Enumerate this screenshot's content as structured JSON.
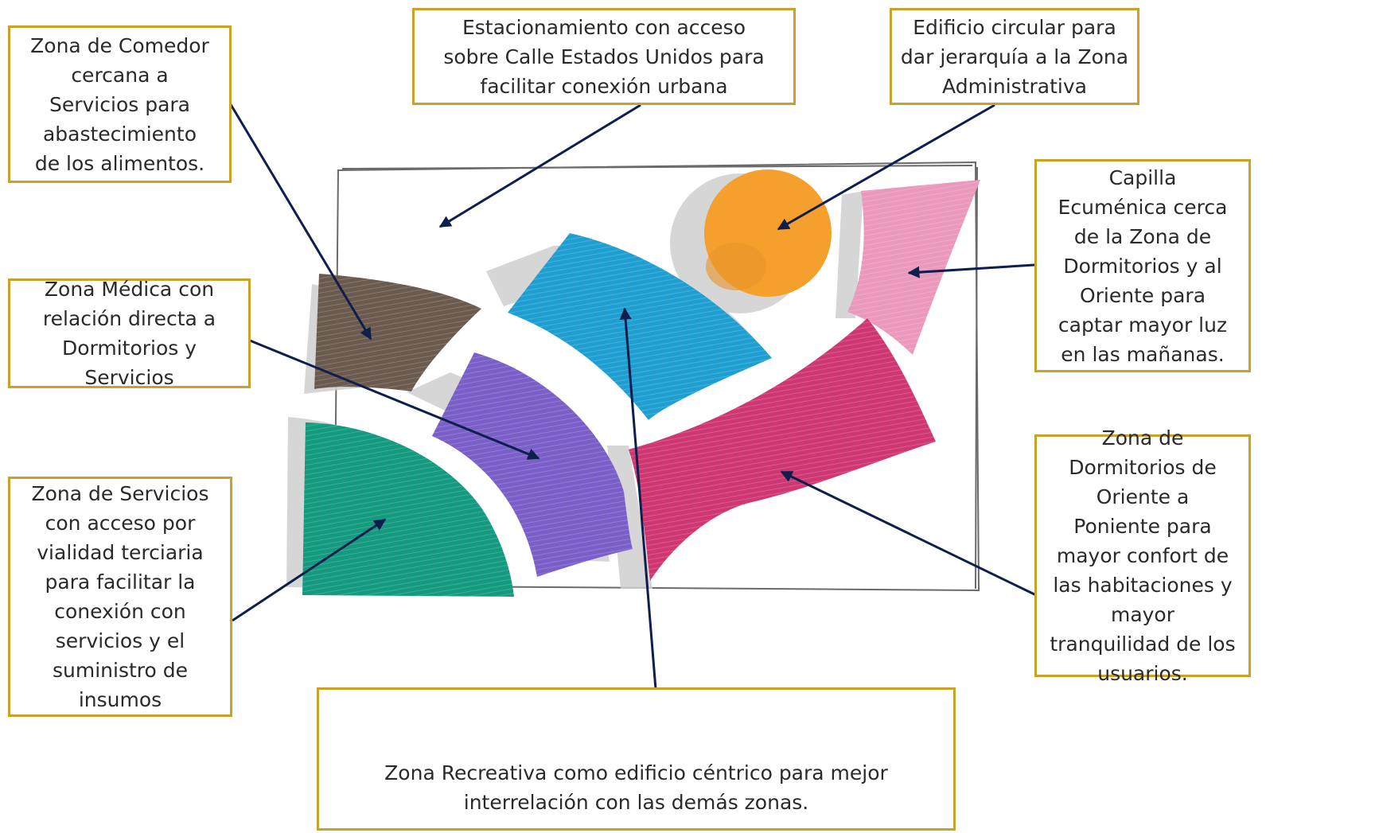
{
  "colors": {
    "callout_border": "#c9a227",
    "arrow": "#0e1f4d",
    "zona_comedor": "#6b5a4e",
    "zona_medica": "#7a5fc8",
    "zona_servicios": "#139a7f",
    "zona_recreativa": "#1f9fd1",
    "zona_administrativa": "#f5a02c",
    "capilla": "#ea98bb",
    "zona_dormitorios": "#cf3773"
  },
  "callouts": {
    "comedor": "Zona de Comedor\ncercana a\nServicios para\nabastecimiento\nde los alimentos.",
    "estacionamiento": "Estacionamiento con acceso\nsobre Calle Estados Unidos para\nfacilitar conexión urbana",
    "edificio_circular": "Edificio circular para\ndar jerarquía a la Zona\nAdministrativa",
    "capilla": "Capilla\nEcuménica cerca\nde la Zona de\nDormitorios y al\nOriente para\ncaptar mayor luz\nen las mañanas.",
    "medica": "Zona Médica con\nrelación directa a\nDormitorios y\nServicios",
    "servicios": "Zona de Servicios\ncon acceso por\nvialidad terciaria\npara facilitar la\nconexión con\nservicios y el\nsuministro de\ninsumos",
    "dormitorios": "Zona de\nDormitorios de\nOriente a\nPoniente para\nmayor confort de\nlas habitaciones y\nmayor\ntranquilidad de los\nusuarios.",
    "recreativa": "Zona Recreativa como edificio céntrico para mejor\ninterrelación con las demás zonas."
  }
}
